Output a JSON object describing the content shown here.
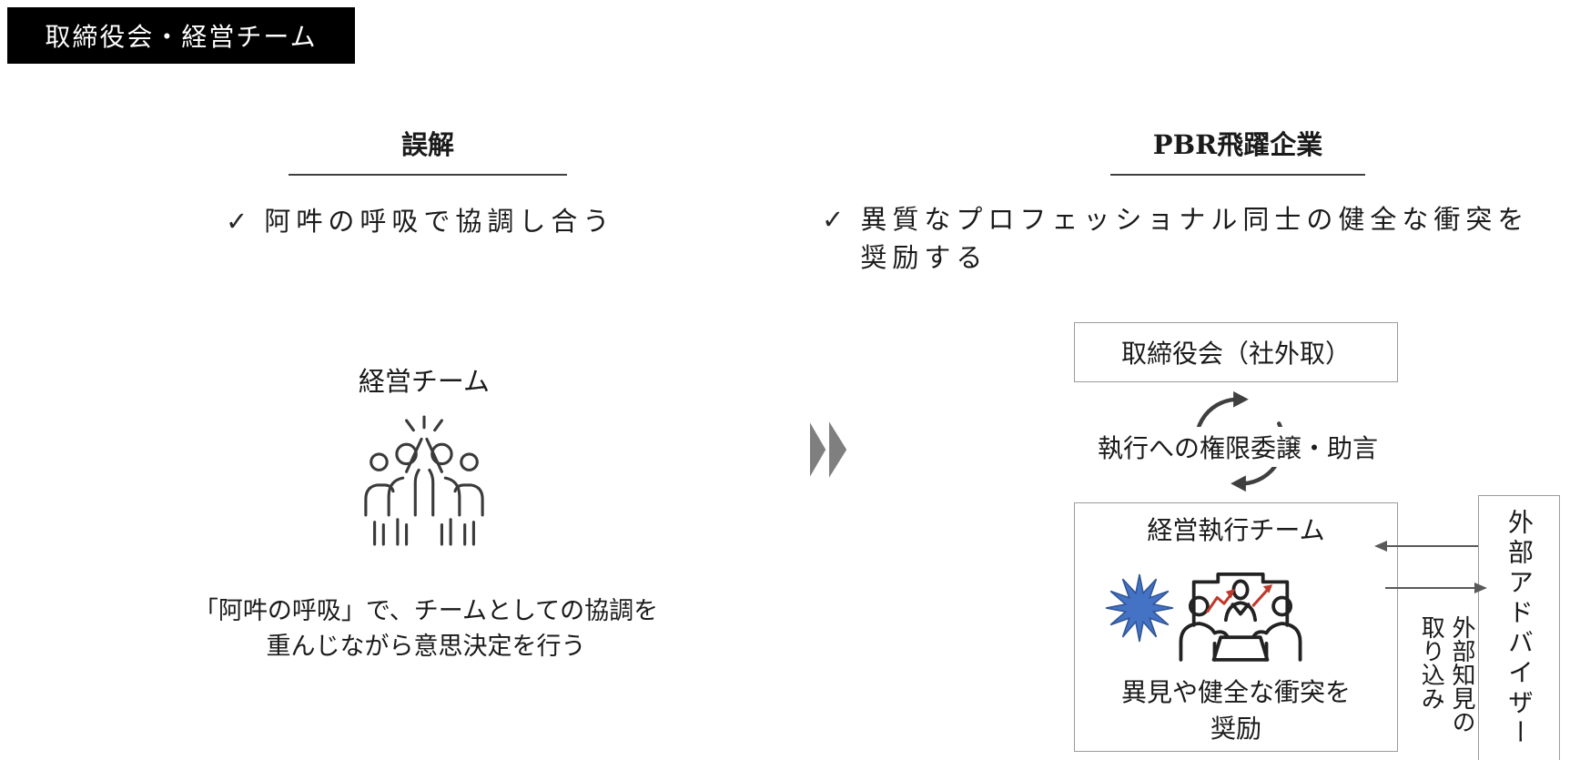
{
  "slide": {
    "title": "取締役会・経営チーム",
    "check_glyph": "✓",
    "left": {
      "heading": "誤解",
      "bullet": "阿吽の呼吸で協調し合う",
      "team_label": "経営チーム",
      "team_icon": "team-highfive-icon",
      "caption": "「阿吽の呼吸」で、チームとしての協調を\n重んじながら意思決定を行う"
    },
    "right": {
      "heading": "PBR飛躍企業",
      "bullet": "異質なプロフェッショナル同士の健全な衝突を\n奨励する",
      "board_box_label": "取締役会（社外取）",
      "delegation_label": "執行への権限委譲・助言",
      "exec_box_title": "経営執行チーム",
      "exec_caption": "異見や健全な衝突を\n奨励",
      "advisor_label": "外部アドバイザー",
      "side_note": "外部知見の\n取り込み"
    },
    "icons": {
      "transition": "double-chevron-right-icon",
      "cycle": "circular-arrows-icon",
      "conflict": "starburst-icon",
      "meeting": "meeting-discussion-icon"
    },
    "colors": {
      "title_bg": "#000000",
      "title_fg": "#ffffff",
      "text": "#1a1a1a",
      "box_border": "#9b9b9b",
      "arrow_gray": "#595959",
      "cycle_gray": "#3f3f3f",
      "chevron_gray": "#7f7f7f",
      "starburst_fill": "#4472c4",
      "starburst_stroke": "#2f5597",
      "icon_stroke": "#2b2b2b",
      "accent_red": "#c0392b"
    }
  }
}
